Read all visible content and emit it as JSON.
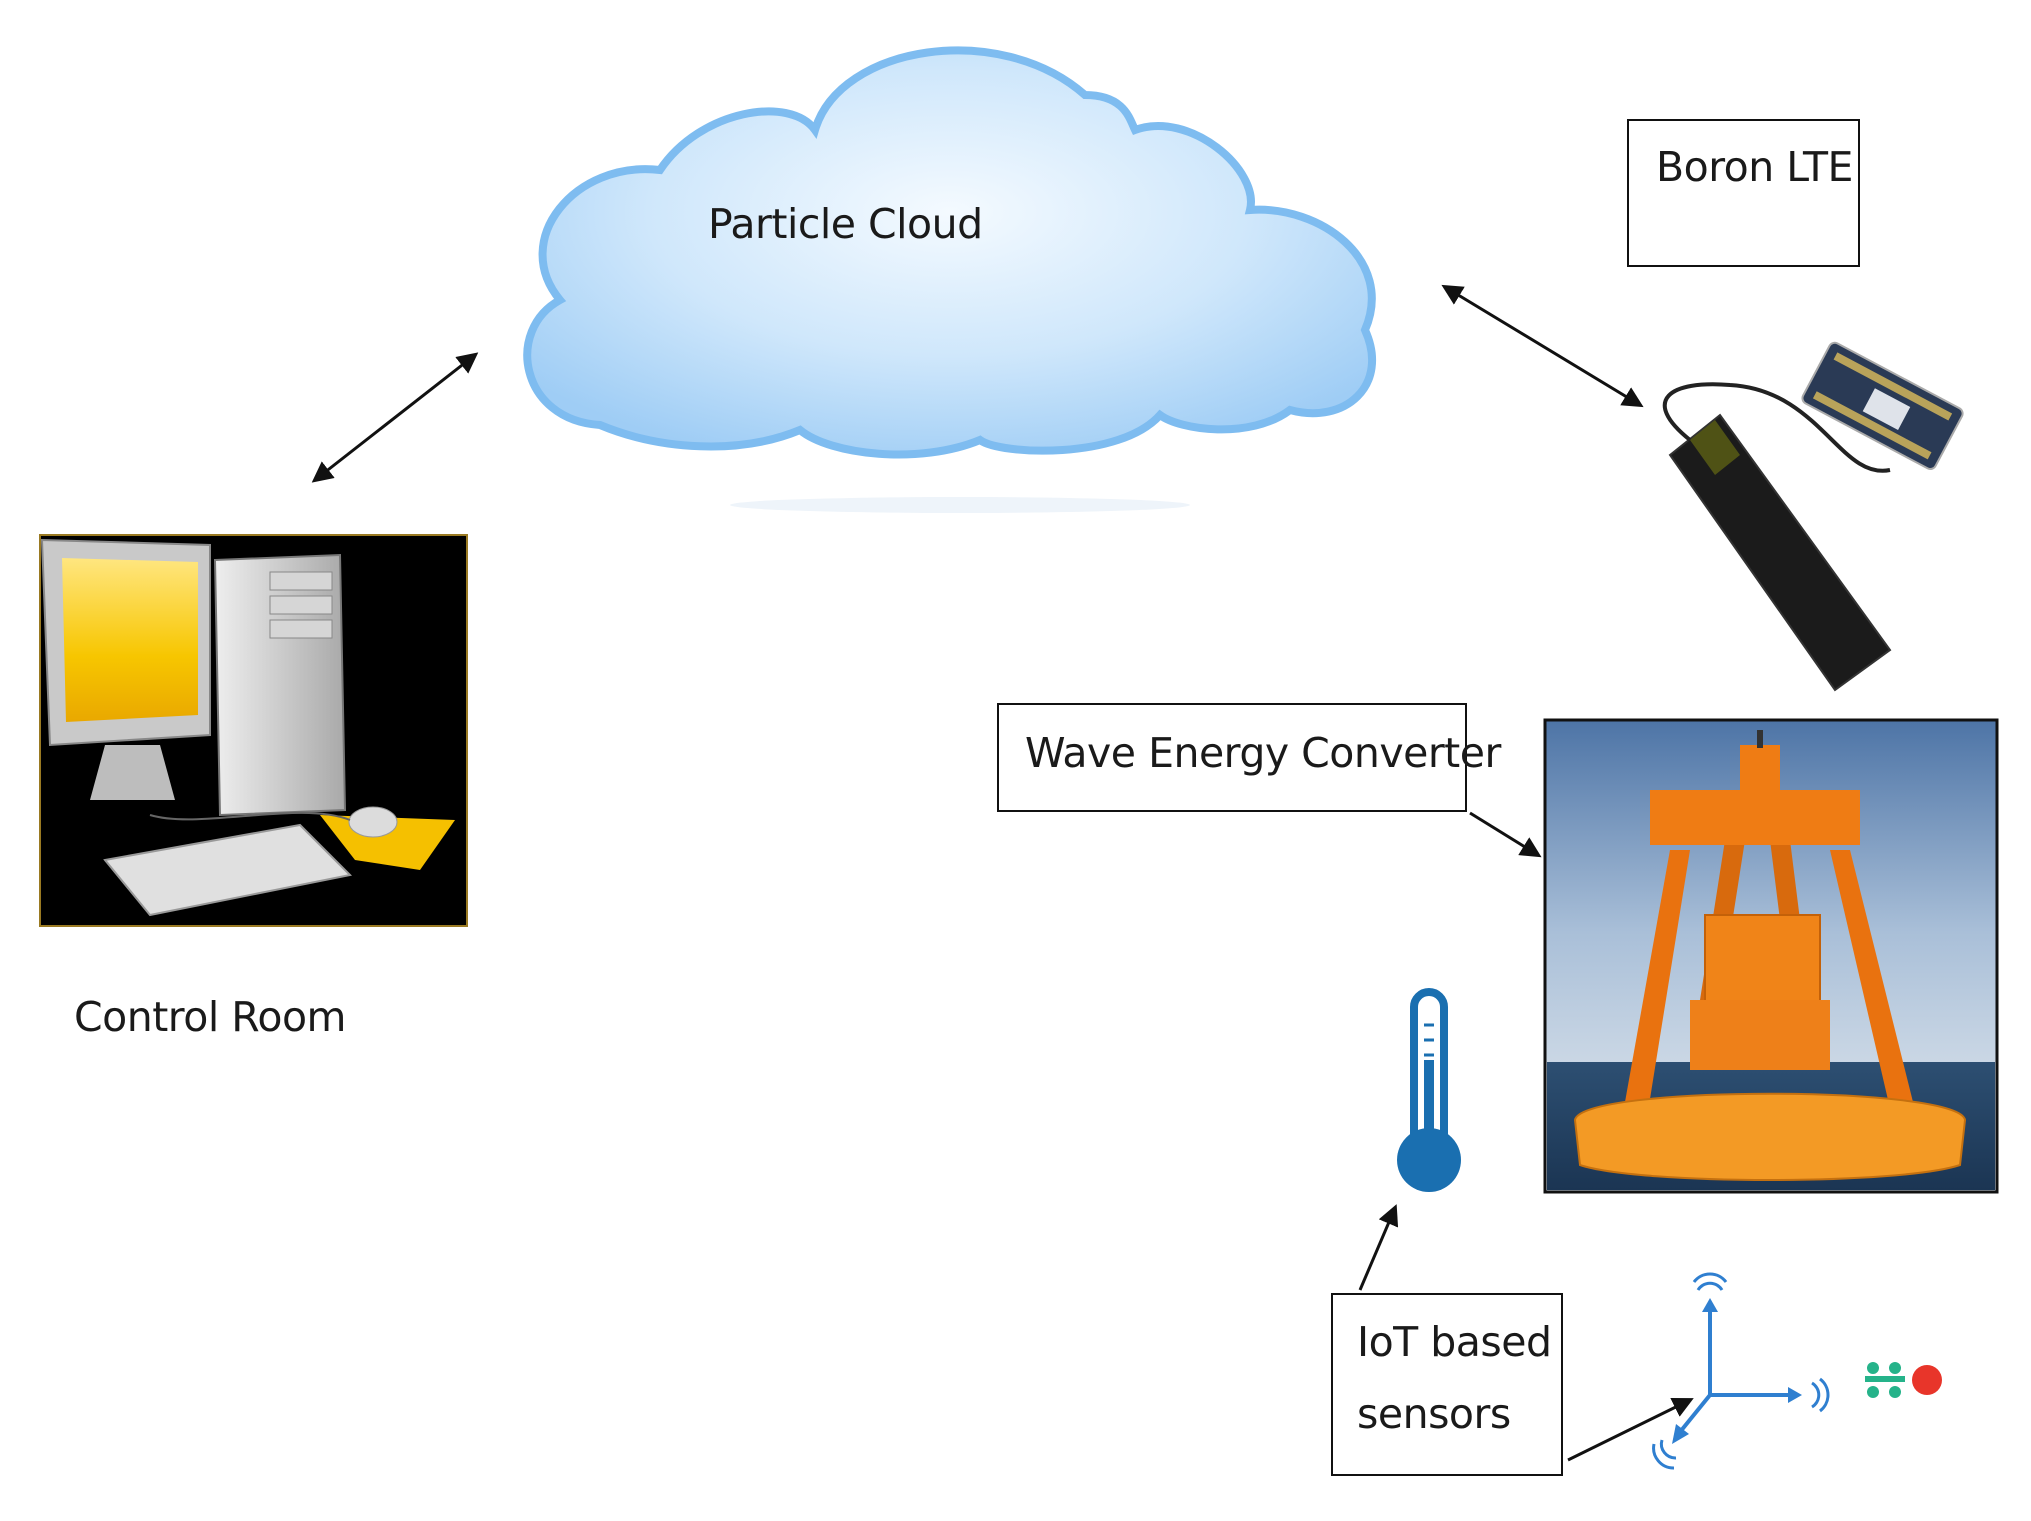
{
  "labels": {
    "cloud": "Particle Cloud",
    "boron": "Boron LTE",
    "control_room": "Control Room",
    "wec": "Wave Energy Converter",
    "sensors_line1": "IoT based",
    "sensors_line2": "sensors"
  },
  "colors": {
    "cloud_fill": "#bfe0fa",
    "cloud_edge": "#6fb4ec",
    "wec_orange": "#f07f16",
    "thermometer": "#1a6fb0",
    "axis_blue": "#2f7fd0",
    "monitor_yellow": "#f6c400"
  },
  "icons": [
    "cloud-icon",
    "desktop-computer-icon",
    "boron-lte-board-icon",
    "wave-energy-buoy-icon",
    "thermometer-icon",
    "accelerometer-axes-icon",
    "gas-sensor-icon"
  ]
}
